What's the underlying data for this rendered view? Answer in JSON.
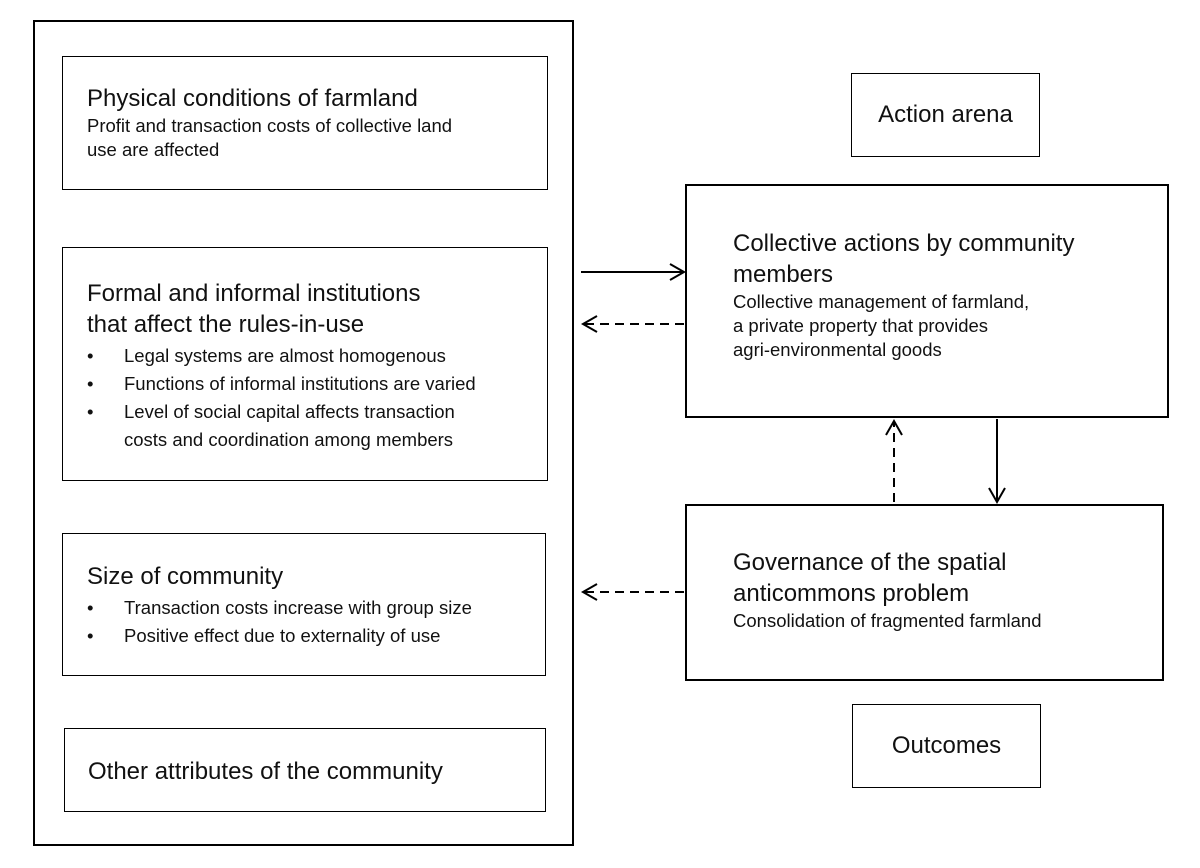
{
  "left_panel": {
    "physical": {
      "title": "Physical conditions of farmland",
      "desc_line1": "Profit and transaction costs of collective land",
      "desc_line2": "use are affected"
    },
    "institutions": {
      "title_line1": "Formal and informal institutions",
      "title_line2": "that affect the rules-in-use",
      "bullets": [
        [
          "Legal systems are almost homogenous"
        ],
        [
          "Functions of informal institutions are varied"
        ],
        [
          "Level of social capital affects transaction",
          "costs and coordination among members"
        ]
      ]
    },
    "size": {
      "title": "Size of community",
      "bullets": [
        "Transaction costs increase with group size",
        "Positive effect due to externality of use"
      ]
    },
    "other": {
      "title": "Other attributes of the community"
    }
  },
  "right_panel": {
    "action_arena_label": "Action arena",
    "collective": {
      "title_line1": "Collective actions by community",
      "title_line2": "members",
      "desc_line1": "Collective management of farmland,",
      "desc_line2": "a private property that provides",
      "desc_line3": "agri-environmental goods"
    },
    "governance": {
      "title_line1": "Governance of the spatial",
      "title_line2": "anticommons problem",
      "desc_line1": "Consolidation of fragmented farmland"
    },
    "outcomes_label": "Outcomes"
  }
}
